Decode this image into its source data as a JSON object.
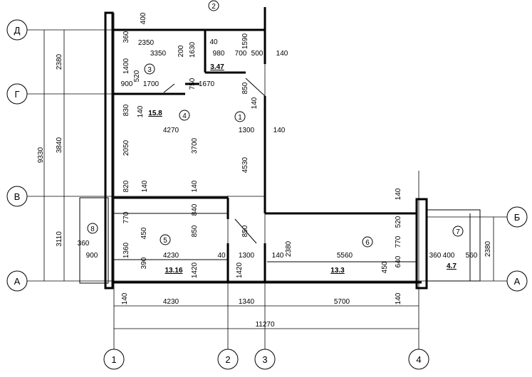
{
  "axes": {
    "horizontal": [
      {
        "label": "Д"
      },
      {
        "label": "Г"
      },
      {
        "label": "В"
      },
      {
        "label": "А"
      },
      {
        "label": "Б"
      },
      {
        "label": "А"
      }
    ],
    "vertical": [
      {
        "label": "1"
      },
      {
        "label": "2"
      },
      {
        "label": "3"
      },
      {
        "label": "4"
      }
    ]
  },
  "room_numbers": [
    "2",
    "3",
    "4",
    "1",
    "5",
    "8",
    "6",
    "7"
  ],
  "room_areas": [
    "3.47",
    "15.8",
    "13.16",
    "13.3",
    "4.7"
  ],
  "dimensions": {
    "left_total": "9330",
    "left_chain": [
      "2380",
      "3840",
      "3110"
    ],
    "right_block": "2380",
    "bottom_chain": [
      "4230",
      "1340",
      "5700"
    ],
    "bottom_total": "11270",
    "bottom_edge": [
      "140",
      "140"
    ],
    "misc": [
      "400",
      "360",
      "2350",
      "3350",
      "200",
      "1630",
      "980",
      "700",
      "500",
      "140",
      "1590",
      "40",
      "1400",
      "520",
      "900",
      "1700",
      "750",
      "1670",
      "850",
      "140",
      "830",
      "140",
      "4270",
      "1300",
      "140",
      "2050",
      "3700",
      "4530",
      "820",
      "140",
      "140",
      "770",
      "840",
      "450",
      "850",
      "850",
      "360",
      "900",
      "1360",
      "4230",
      "1300",
      "140",
      "2380",
      "40",
      "1420",
      "1420",
      "390",
      "140",
      "520",
      "770",
      "5560",
      "450",
      "640",
      "360",
      "400",
      "560"
    ]
  }
}
